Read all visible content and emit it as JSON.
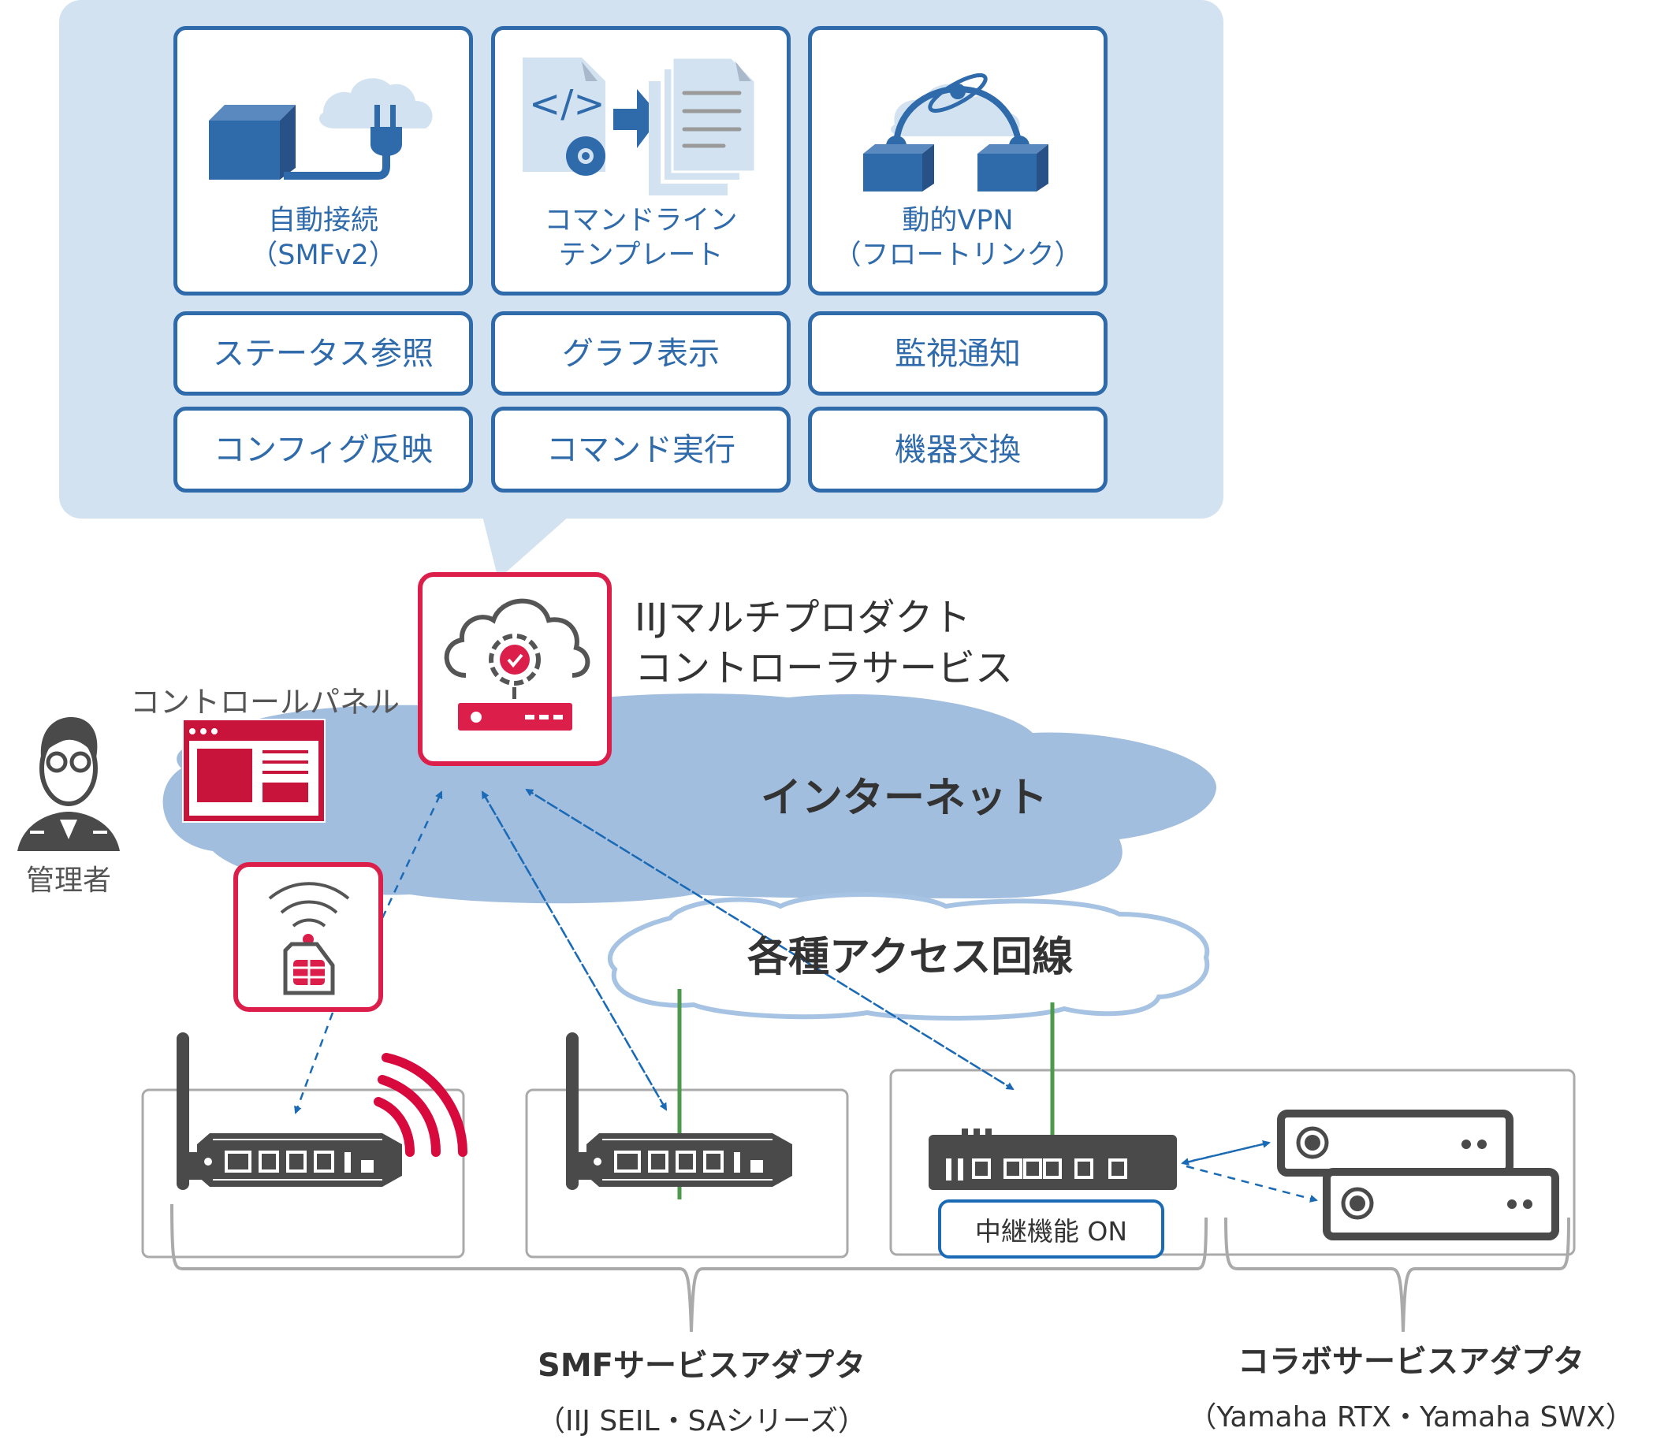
{
  "features": {
    "primary": [
      {
        "icon": "auto-connect-icon",
        "line1": "自動接続",
        "line2": "（SMFv2）"
      },
      {
        "icon": "command-template-icon",
        "line1": "コマンドライン",
        "line2": "テンプレート"
      },
      {
        "icon": "dynamic-vpn-icon",
        "line1": "動的VPN",
        "line2": "（フロートリンク）"
      }
    ],
    "secondary": [
      {
        "label": "ステータス参照"
      },
      {
        "label": "グラフ表示"
      },
      {
        "label": "監視通知"
      },
      {
        "label": "コンフィグ反映"
      },
      {
        "label": "コマンド実行"
      },
      {
        "label": "機器交換"
      }
    ]
  },
  "controller": {
    "line1": "IIJマルチプロダクト",
    "line2": "コントローラサービス"
  },
  "control_panel": {
    "label": "コントロールパネル"
  },
  "admin": {
    "label": "管理者"
  },
  "clouds": {
    "internet": "インターネット",
    "access": "各種アクセス回線"
  },
  "relay": {
    "label": "中継機能 ON"
  },
  "groups": [
    {
      "title": "SMFサービスアダプタ",
      "subtitle": "（IIJ SEIL・SAシリーズ）"
    },
    {
      "title": "コラボサービスアダプタ",
      "subtitle": "（Yamaha RTX・Yamaha SWX）"
    }
  ],
  "colors": {
    "panel_bg": "#d2e2f1",
    "feature_border": "#2f6aab",
    "accent_red": "#dc1f4a",
    "internet_cloud": "#a2bedf",
    "access_cloud_outline": "#a6c3e3",
    "arrow_blue": "#1a6ab5",
    "line_green": "#4e9a4c",
    "device_gray": "#4a4a4a"
  }
}
